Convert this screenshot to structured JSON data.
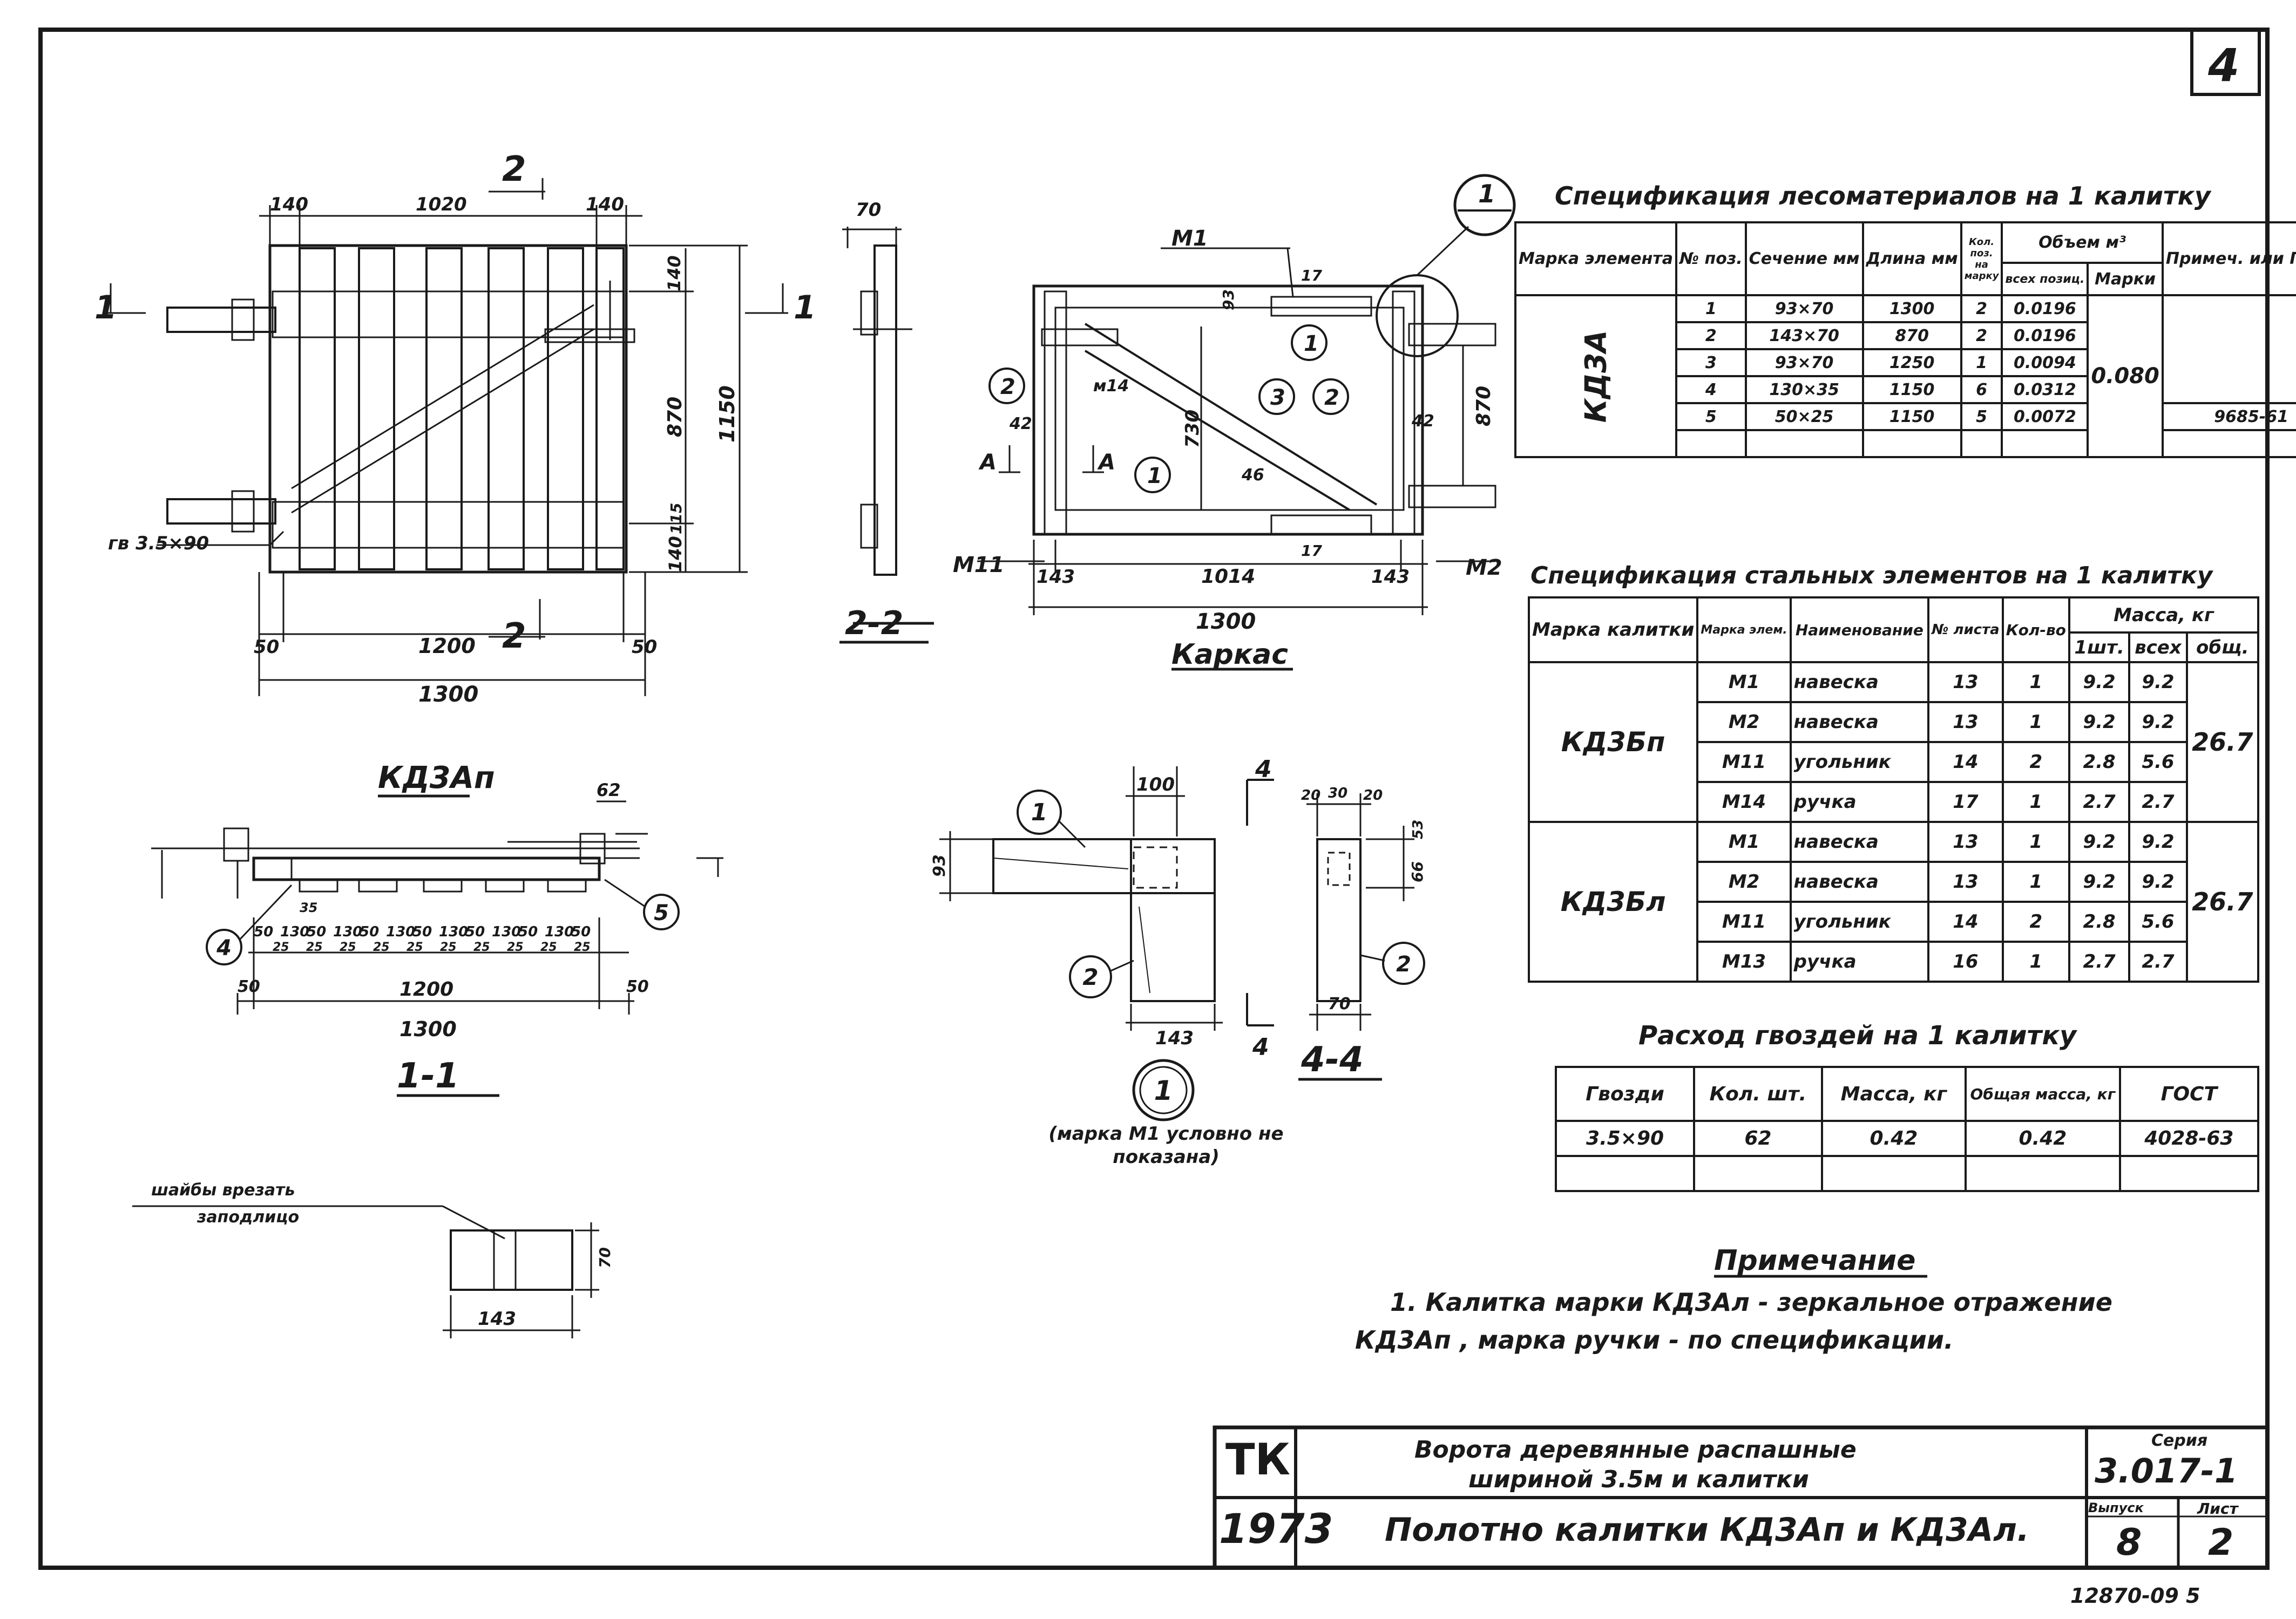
{
  "sheet_number": "4",
  "stamp_number": "12870-09  5",
  "drawings": {
    "front_view": {
      "title": "КД3Ап",
      "dims_top": [
        "140",
        "1020",
        "140"
      ],
      "dims_bottom": [
        "50",
        "1200",
        "50"
      ],
      "overall_width": "1300",
      "dims_right": [
        "140",
        "870",
        "115",
        "140"
      ],
      "overall_height": "1150",
      "nail_label": "гв 3.5×90",
      "section_1_label": "1",
      "section_2_label": "2"
    },
    "section_2_2": {
      "title": "2-2",
      "dim": "70"
    },
    "frame": {
      "title": "Каркас",
      "m1": "М1",
      "m2": "М2",
      "m11": "М11",
      "m14": "м14",
      "dims_bottom": [
        "143",
        "1014",
        "143"
      ],
      "overall_width": "1300",
      "dim_height": "730",
      "dim_right": "870",
      "dim_side": "42",
      "dim_17": "17",
      "dim_93": "93",
      "dim_diag": "46",
      "section_a": "А",
      "callouts": [
        "1",
        "2",
        "3"
      ]
    },
    "section_1_1": {
      "title": "1-1",
      "dims_top": [
        "50",
        "130",
        "50",
        "130",
        "50",
        "130",
        "50",
        "130",
        "50",
        "130",
        "50",
        "130",
        "50"
      ],
      "dims_sub": [
        "25",
        "25",
        "25",
        "25",
        "25",
        "25",
        "25",
        "25",
        "25",
        "25"
      ],
      "dims_mid": [
        "50",
        "1200",
        "50"
      ],
      "overall_width": "1300",
      "dim_62": "62",
      "dim_35": "35",
      "callouts": [
        "4",
        "5"
      ]
    },
    "node_1": {
      "dims": [
        "100",
        "93",
        "143"
      ],
      "callouts": [
        "1",
        "2"
      ],
      "caption": "(марка М1 условно не показана)",
      "marker": "1"
    },
    "section_4_4": {
      "title": "4-4",
      "dims_top": [
        "20",
        "30",
        "20"
      ],
      "dims_side": [
        "53",
        "66"
      ],
      "dim_bottom": "70",
      "marker": "4",
      "callout": "2"
    },
    "washer_detail": {
      "note_line1": "шайбы врезать",
      "note_line2": "заподлицо",
      "dim_width": "143",
      "dim_height": "70"
    }
  },
  "timber_spec": {
    "title": "Спецификация лесоматериалов на 1 калитку",
    "headers": {
      "mark": "Марка элемента",
      "pos": "№ поз.",
      "section": "Сечение мм",
      "length": "Длина мм",
      "qty": "Кол. поз. на марку",
      "volume": "Объем м³",
      "vol_all": "всех позиц.",
      "vol_mark": "Марки",
      "note": "Примеч. или ГОСТ"
    },
    "mark": "КД3А",
    "rows": [
      {
        "pos": "1",
        "section": "93×70",
        "length": "1300",
        "qty": "2",
        "vol": "0.0196"
      },
      {
        "pos": "2",
        "section": "143×70",
        "length": "870",
        "qty": "2",
        "vol": "0.0196"
      },
      {
        "pos": "3",
        "section": "93×70",
        "length": "1250",
        "qty": "1",
        "vol": "0.0094"
      },
      {
        "pos": "4",
        "section": "130×35",
        "length": "1150",
        "qty": "6",
        "vol": "0.0312"
      },
      {
        "pos": "5",
        "section": "50×25",
        "length": "1150",
        "qty": "5",
        "vol": "0.0072"
      }
    ],
    "mark_volume": "0.080",
    "gost": "9685-61"
  },
  "steel_spec": {
    "title": "Спецификация стальных элементов на 1 калитку",
    "headers": {
      "gate_mark": "Марка калитки",
      "elem_mark": "Марка элем.",
      "name": "Наименование",
      "sheet": "№ листа",
      "qty": "Кол-во",
      "mass": "Масса, кг",
      "mass_one": "1шт.",
      "mass_all": "всех",
      "mass_total": "общ."
    },
    "groups": [
      {
        "gate": "КД3Бп",
        "total": "26.7",
        "rows": [
          {
            "mark": "М1",
            "name": "навеска",
            "sheet": "13",
            "qty": "1",
            "one": "9.2",
            "all": "9.2"
          },
          {
            "mark": "М2",
            "name": "навеска",
            "sheet": "13",
            "qty": "1",
            "one": "9.2",
            "all": "9.2"
          },
          {
            "mark": "М11",
            "name": "угольник",
            "sheet": "14",
            "qty": "2",
            "one": "2.8",
            "all": "5.6"
          },
          {
            "mark": "М14",
            "name": "ручка",
            "sheet": "17",
            "qty": "1",
            "one": "2.7",
            "all": "2.7"
          }
        ]
      },
      {
        "gate": "КД3Бл",
        "total": "26.7",
        "rows": [
          {
            "mark": "М1",
            "name": "навеска",
            "sheet": "13",
            "qty": "1",
            "one": "9.2",
            "all": "9.2"
          },
          {
            "mark": "М2",
            "name": "навеска",
            "sheet": "13",
            "qty": "1",
            "one": "9.2",
            "all": "9.2"
          },
          {
            "mark": "М11",
            "name": "угольник",
            "sheet": "14",
            "qty": "2",
            "one": "2.8",
            "all": "5.6"
          },
          {
            "mark": "М13",
            "name": "ручка",
            "sheet": "16",
            "qty": "1",
            "one": "2.7",
            "all": "2.7"
          }
        ]
      }
    ]
  },
  "nails_spec": {
    "title": "Расход гвоздей на 1 калитку",
    "headers": {
      "nails": "Гвозди",
      "qty": "Кол. шт.",
      "mass": "Масса, кг",
      "total_mass": "Общая масса, кг",
      "gost": "ГОСТ"
    },
    "row": {
      "nails": "3.5×90",
      "qty": "62",
      "mass": "0.42",
      "total_mass": "0.42",
      "gost": "4028-63"
    }
  },
  "note": {
    "title": "Примечание",
    "line1": "1. Калитка марки КД3Ал - зеркальное отражение",
    "line2": "КД3Ап , марка ручки - по спецификации."
  },
  "title_block": {
    "org": "ТК",
    "year": "1973",
    "name_line1": "Ворота деревянные распашные",
    "name_line2": "шириной 3.5м и калитки",
    "sheet_name": "Полотно калитки КД3Ап и КД3Ал.",
    "series_label": "Серия",
    "series": "3.017-1",
    "issue_label": "Выпуск",
    "issue": "8",
    "sheet_label": "Лист",
    "sheet": "2"
  }
}
